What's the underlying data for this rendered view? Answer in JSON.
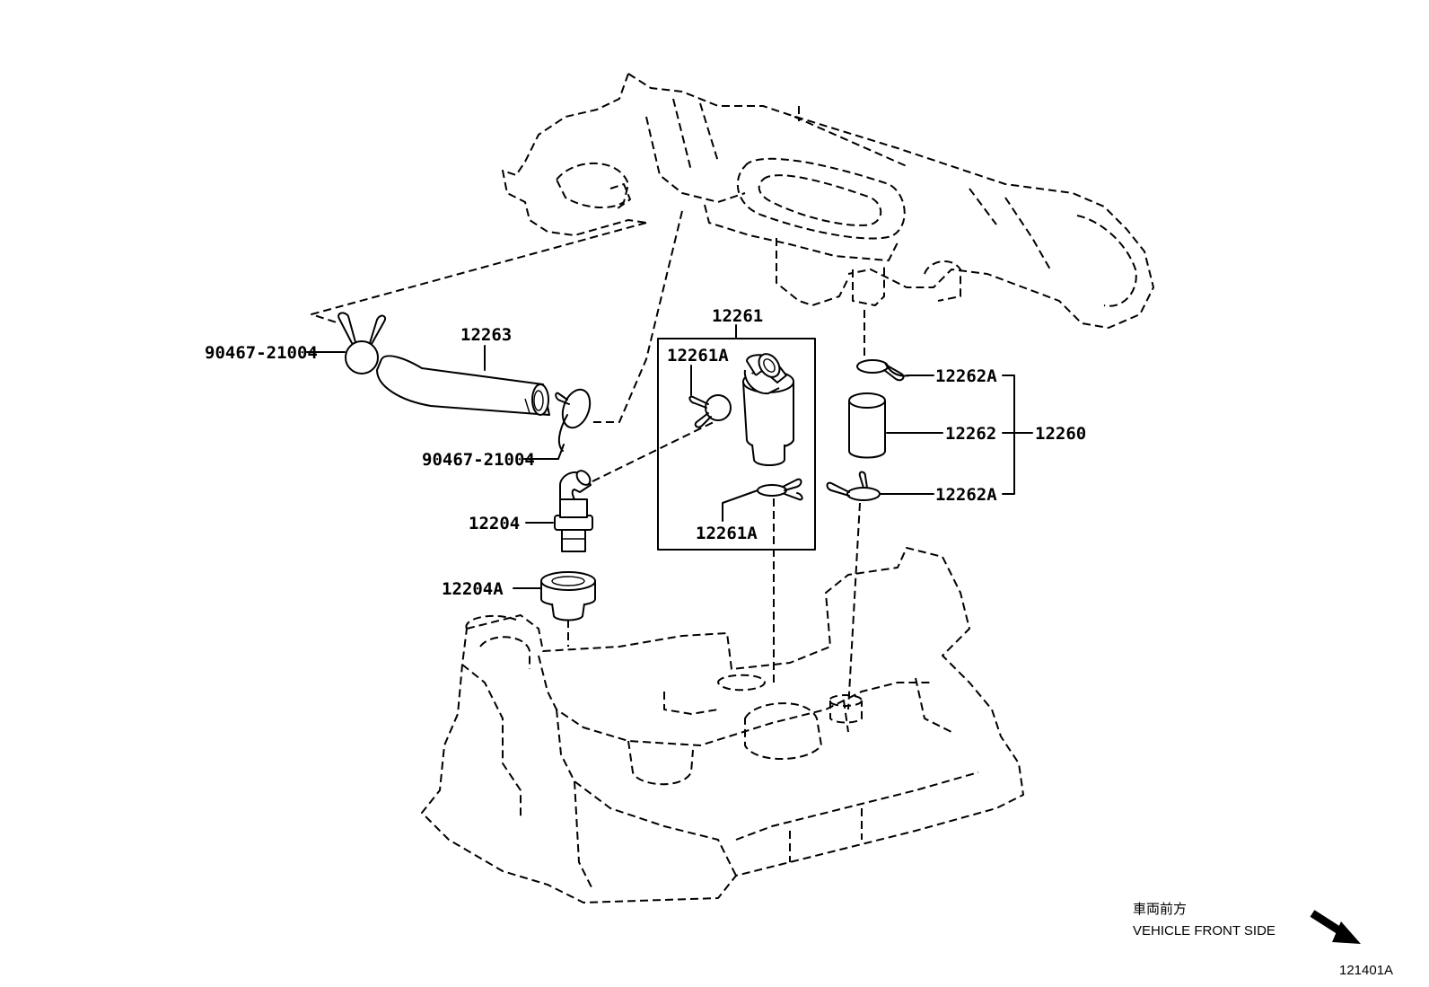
{
  "labels": {
    "clip_top": "90467-21004",
    "hose": "12263",
    "clip_bottom": "90467-21004",
    "valve": "12204",
    "grommet": "12204A",
    "separator_assy": "12261",
    "separator_clip_top": "12261A",
    "separator_clip_bottom": "12261A",
    "clamp_top": "12262A",
    "tube": "12262",
    "hose_assy": "12260",
    "clamp_bottom": "12262A"
  },
  "direction": {
    "japanese": "車両前方",
    "english": "VEHICLE FRONT SIDE"
  },
  "figure_code": "121401A"
}
